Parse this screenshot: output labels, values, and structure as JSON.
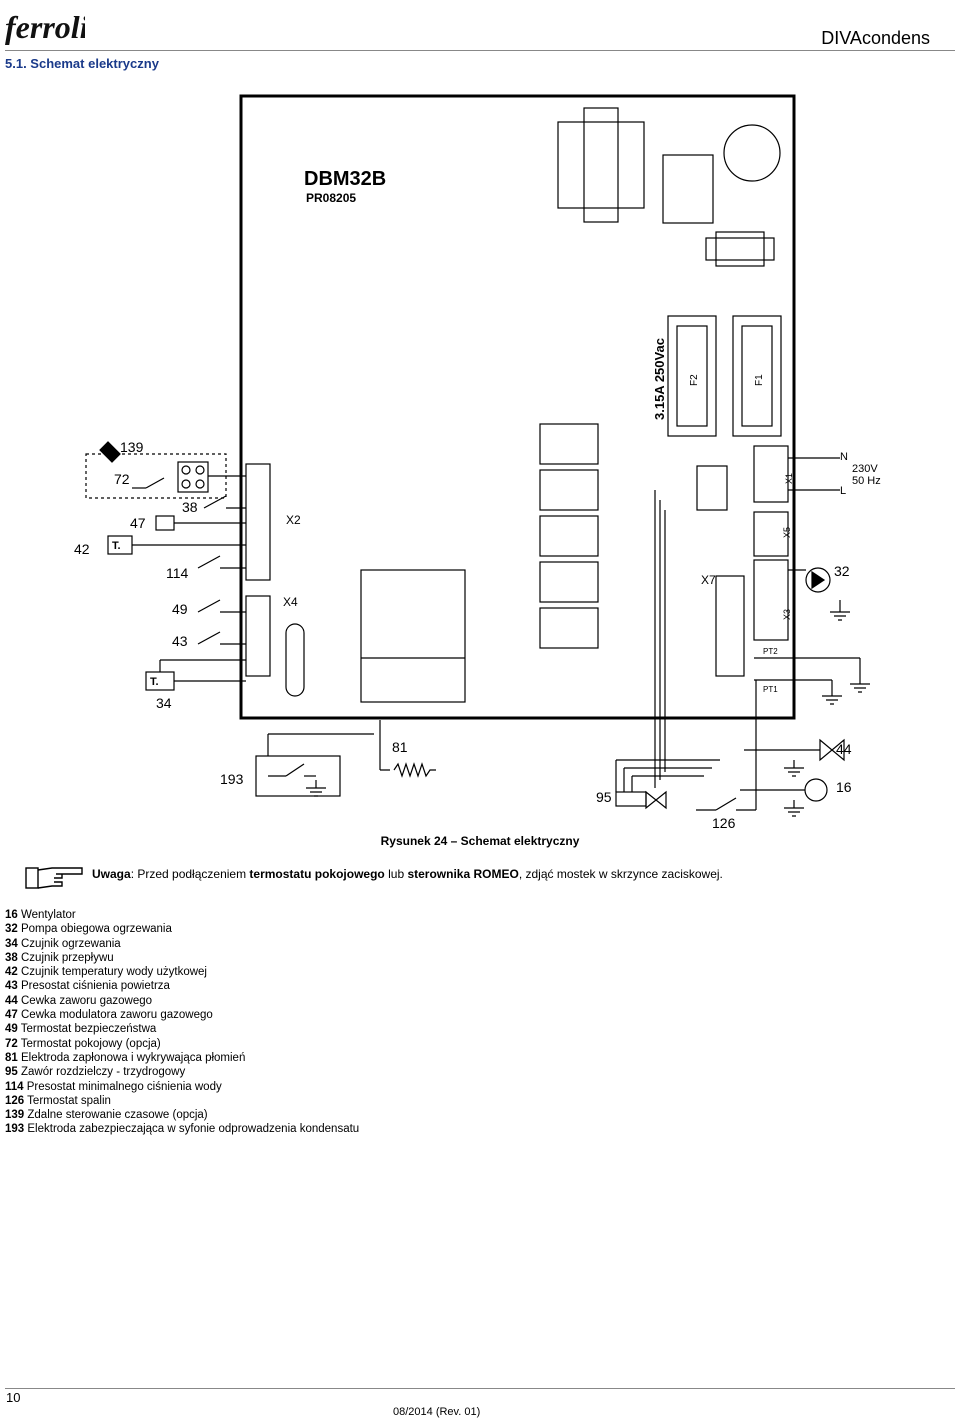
{
  "header": {
    "logo_text": "ferroli",
    "doc_title": "DIVAcondens",
    "section_title": "5.1. Schemat elektryczny"
  },
  "diagram": {
    "board_name": "DBM32B",
    "board_code": "PR08205",
    "fuse_rating": "3.15A 250Vac",
    "fuses": [
      "F2",
      "F1"
    ],
    "connectors": [
      "X1",
      "X2",
      "X3",
      "X4",
      "X5",
      "X7"
    ],
    "power_labels": [
      "N",
      "230V",
      "50 Hz",
      "L"
    ],
    "pt_labels": [
      "PT2",
      "PT1"
    ],
    "component_labels": [
      "139",
      "72",
      "38",
      "47",
      "42",
      "114",
      "49",
      "43",
      "34",
      "32",
      "81",
      "193",
      "95",
      "126",
      "44",
      "16"
    ],
    "sensor_label": "T."
  },
  "caption": "Rysunek 24 – Schemat elektryczny",
  "note": {
    "prefix": "Uwaga",
    "text_1": ": Przed podłączeniem ",
    "bold_1": "termostatu pokojowego",
    "text_2": " lub ",
    "bold_2": "sterownika ROMEO",
    "text_3": ", zdjąć mostek w skrzynce zaciskowej."
  },
  "legend": [
    {
      "num": "16",
      "label": " Wentylator"
    },
    {
      "num": "32",
      "label": " Pompa obiegowa ogrzewania"
    },
    {
      "num": "34",
      "label": " Czujnik ogrzewania"
    },
    {
      "num": "38",
      "label": " Czujnik przepływu"
    },
    {
      "num": "42",
      "label": " Czujnik temperatury wody użytkowej"
    },
    {
      "num": "43",
      "label": " Presostat ciśnienia powietrza"
    },
    {
      "num": "44",
      "label": " Cewka zaworu gazowego"
    },
    {
      "num": "47",
      "label": " Cewka modulatora zaworu gazowego"
    },
    {
      "num": "49",
      "label": " Termostat bezpieczeństwa"
    },
    {
      "num": "72",
      "label": " Termostat pokojowy (opcja)"
    },
    {
      "num": "81",
      "label": " Elektroda zapłonowa i wykrywająca płomień"
    },
    {
      "num": "95",
      "label": " Zawór rozdzielczy - trzydrogowy"
    },
    {
      "num": "114",
      "label": " Presostat minimalnego ciśnienia wody"
    },
    {
      "num": "126",
      "label": " Termostat spalin"
    },
    {
      "num": "139",
      "label": " Zdalne sterowanie czasowe (opcja)"
    },
    {
      "num": "193",
      "label": " Elektroda zabezpieczająca w syfonie odprowadzenia kondensatu"
    }
  ],
  "footer": {
    "page_number": "10",
    "revision": "08/2014 (Rev. 01)"
  }
}
